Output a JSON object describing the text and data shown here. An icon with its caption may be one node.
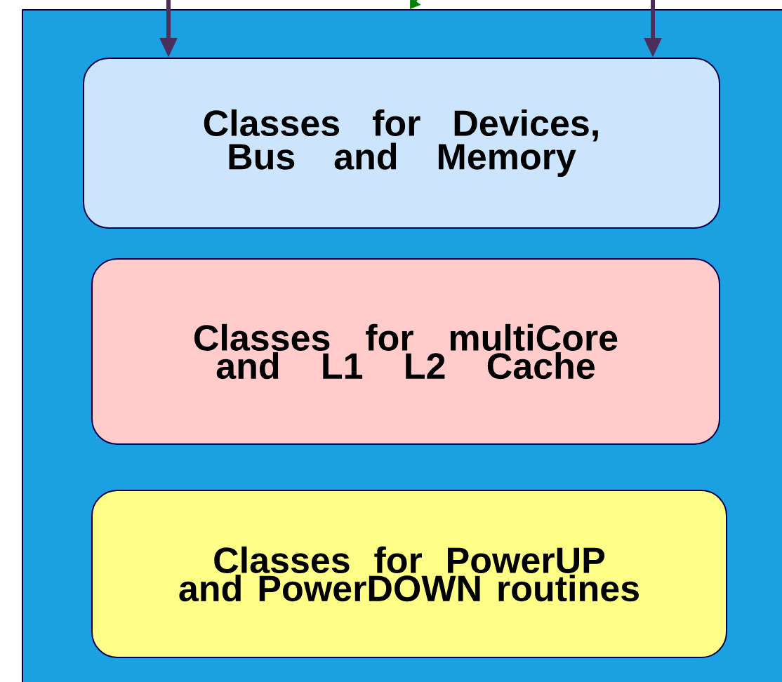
{
  "diagram": {
    "nodes": [
      {
        "text": [],
        "shape": "box"
      },
      {
        "text": [
          "Classes for Devices, Bus and Memory"
        ],
        "in": 0
      },
      {
        "text": [
          "Classes for multiCore and L1 L2 Cache"
        ],
        "in": 0
      },
      {
        "text": [
          "Classes for PowerUP and PowerDOWN routines"
        ],
        "in": 0
      }
    ],
    "edges": [
      {
        "from": null,
        "to": 1,
        "arrow": "to"
      },
      {
        "from": null,
        "to": 1,
        "arrow": "to"
      },
      {
        "from": null,
        "to": 0,
        "arrow": "to",
        "color": "#008000"
      }
    ]
  }
}
